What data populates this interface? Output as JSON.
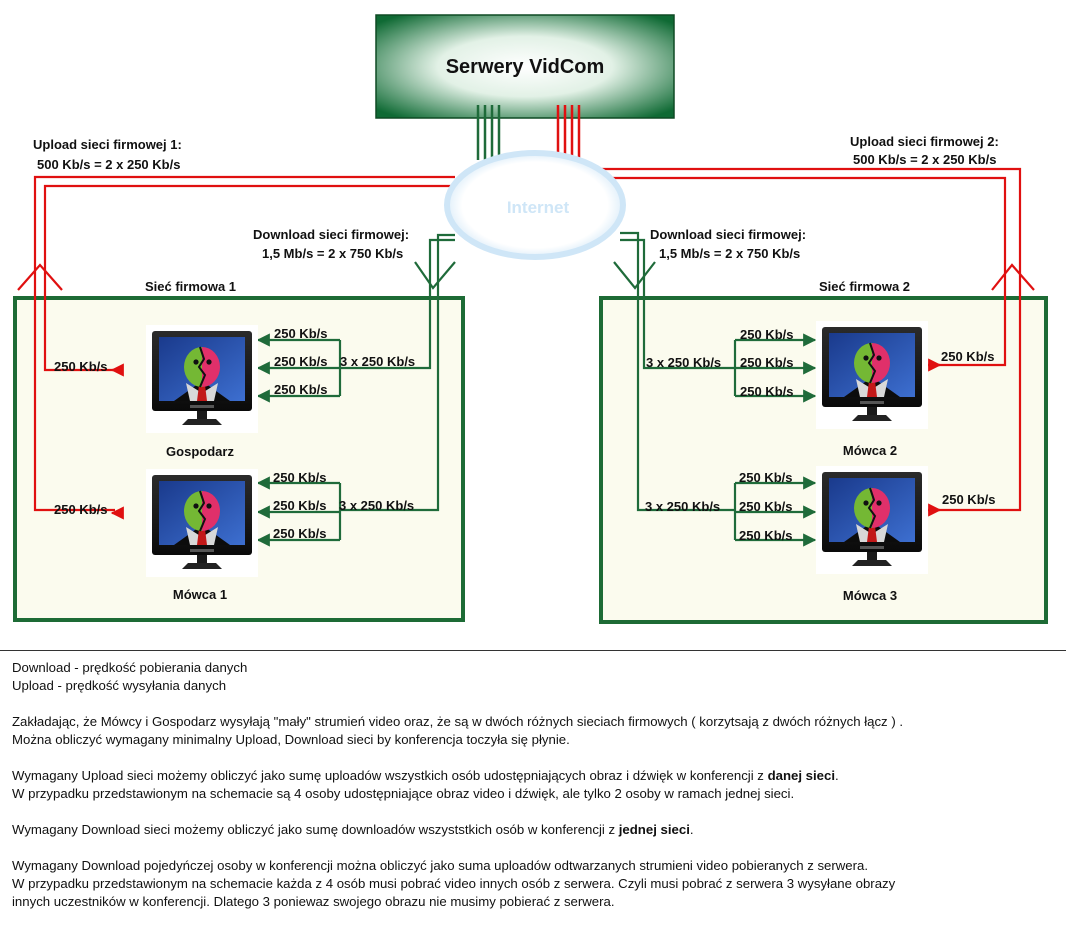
{
  "diagram": {
    "server_title": "Serwery VidCom",
    "cloud_label": "Internet",
    "upload_left": [
      "Upload sieci firmowej 1:",
      "500 Kb/s = 2 x 250 Kb/s"
    ],
    "upload_right": [
      "Upload sieci firmowej 2:",
      "500 Kb/s = 2 x 250 Kb/s"
    ],
    "download_left": [
      "Download sieci firmowej:",
      "1,5 Mb/s = 2 x 750 Kb/s"
    ],
    "download_right": [
      "Download sieci firmowej:",
      "1,5 Mb/s = 2 x 750 Kb/s"
    ],
    "network_left": "Sieć firmowa 1",
    "network_right": "Sieć firmowa 2",
    "rate": "250 Kb/s",
    "rate_triple": "3 x 250 Kb/s",
    "participants": {
      "host": "Gospodarz",
      "speaker1": "Mówca 1",
      "speaker2": "Mówca 2",
      "speaker3": "Mówca 3"
    },
    "colors": {
      "upload": "#e01010",
      "download": "#1f6b3a",
      "network_border": "#1d6b35",
      "network_bg": "#fbfbee"
    }
  },
  "text": {
    "legend_download": "Download - prędkość pobierania danych",
    "legend_upload": "Upload - prędkość wysyłania danych",
    "p1_line1": "Zakładając, że Mówcy i Gospodarz wysyłają \"mały\" strumień video oraz, że są w dwóch różnych sieciach firmowych ( korzytsają z dwóch różnych łącz ) .",
    "p1_line2": "Można obliczyć wymagany minimalny Upload, Download sieci by  konferencja toczyła się płynie.",
    "p2_line1_pre": "Wymagany Upload sieci możemy obliczyć jako sumę uploadów wszystkich osób udostępniających obraz i dźwięk w konferencji z ",
    "p2_line1_bold": "danej sieci",
    "p2_line1_post": ".",
    "p2_line2": "W przypadku przedstawionym na schemacie są 4 osoby udostępniające obraz video i dźwięk, ale tylko 2 osoby w ramach jednej sieci.",
    "p3_pre": "Wymagany Download sieci możemy obliczyć jako sumę downloadów wszyststkich osób w konferencji z ",
    "p3_bold": "jednej sieci",
    "p3_post": ".",
    "p4_line1": "Wymagany Download pojedyńczej osoby w konferencji można obliczyć jako suma uploadów odtwarzanych strumieni video pobieranych z serwera.",
    "p4_line2": "W przypadku przedstawionym na schemacie każda z 4 osób musi pobrać video innych osób z serwera. Czyli musi pobrać z serwera 3 wysyłane obrazy",
    "p4_line3": "innych uczestników w konferencji. Dlatego 3  poniewaz swojego obrazu nie musimy pobierać z serwera."
  }
}
